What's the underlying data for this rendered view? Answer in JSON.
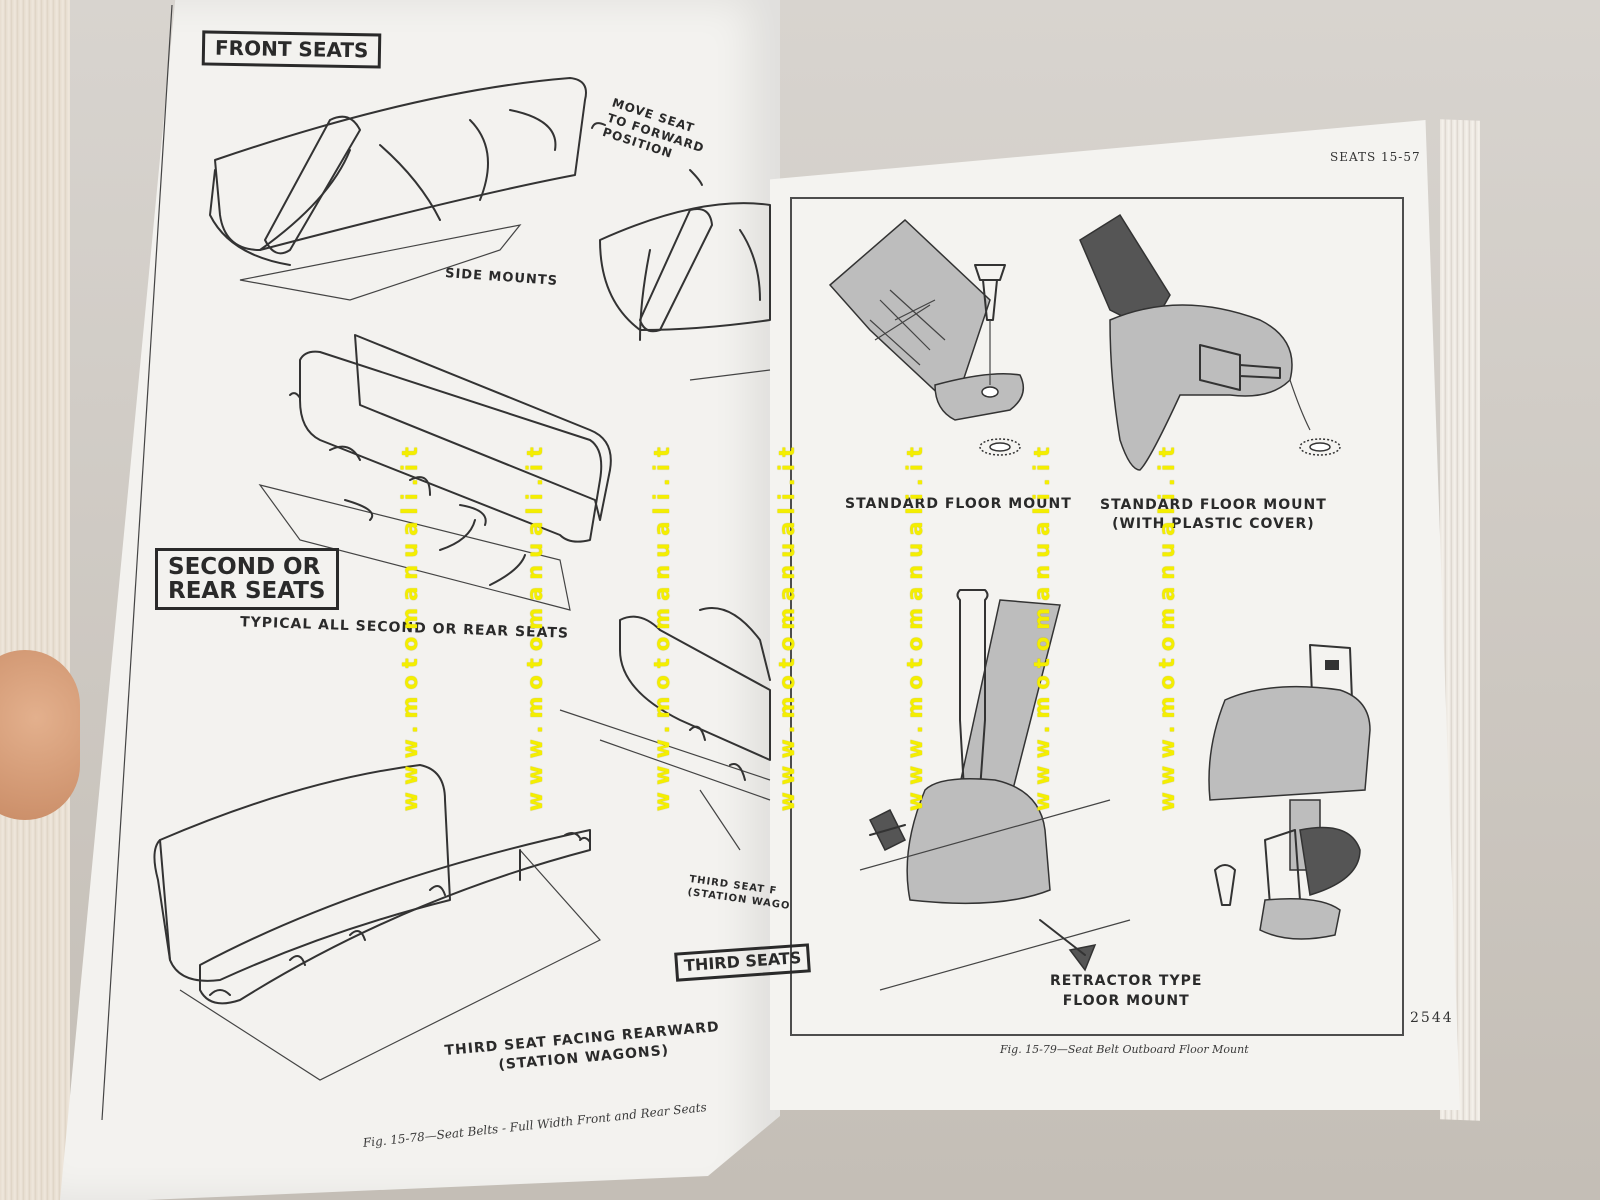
{
  "left_page": {
    "front_seats_heading": "FRONT SEATS",
    "move_seat_line1": "MOVE SEAT",
    "move_seat_line2": "TO FORWARD",
    "move_seat_line3": "POSITION",
    "side_mounts": "SIDE MOUNTS",
    "second_rear_line1": "SECOND OR",
    "second_rear_line2": "REAR SEATS",
    "typical_label": "TYPICAL ALL SECOND OR REAR SEATS",
    "third_seat_side_line1": "THIRD SEAT F",
    "third_seat_side_line2": "(STATION WAGO",
    "third_seats_heading": "THIRD SEATS",
    "third_rearward_line1": "THIRD SEAT FACING REARWARD",
    "third_rearward_line2": "(STATION WAGONS)",
    "caption": "Fig. 15-78—Seat Belts - Full Width Front and Rear Seats"
  },
  "right_page": {
    "header": "SEATS   15-57",
    "standard_floor_mount": "STANDARD FLOOR MOUNT",
    "standard_plastic_line1": "STANDARD FLOOR MOUNT",
    "standard_plastic_line2": "(WITH PLASTIC COVER)",
    "retractor_line1": "RETRACTOR TYPE",
    "retractor_line2": "FLOOR MOUNT",
    "page_number": "2544",
    "caption": "Fig. 15-79—Seat Belt Outboard Floor Mount"
  },
  "watermark": {
    "text": "www.motomanuali.it",
    "color": "#f4ee00"
  },
  "icons": [
    "arrow-icon",
    "screwdriver-icon",
    "bolt-icon"
  ]
}
